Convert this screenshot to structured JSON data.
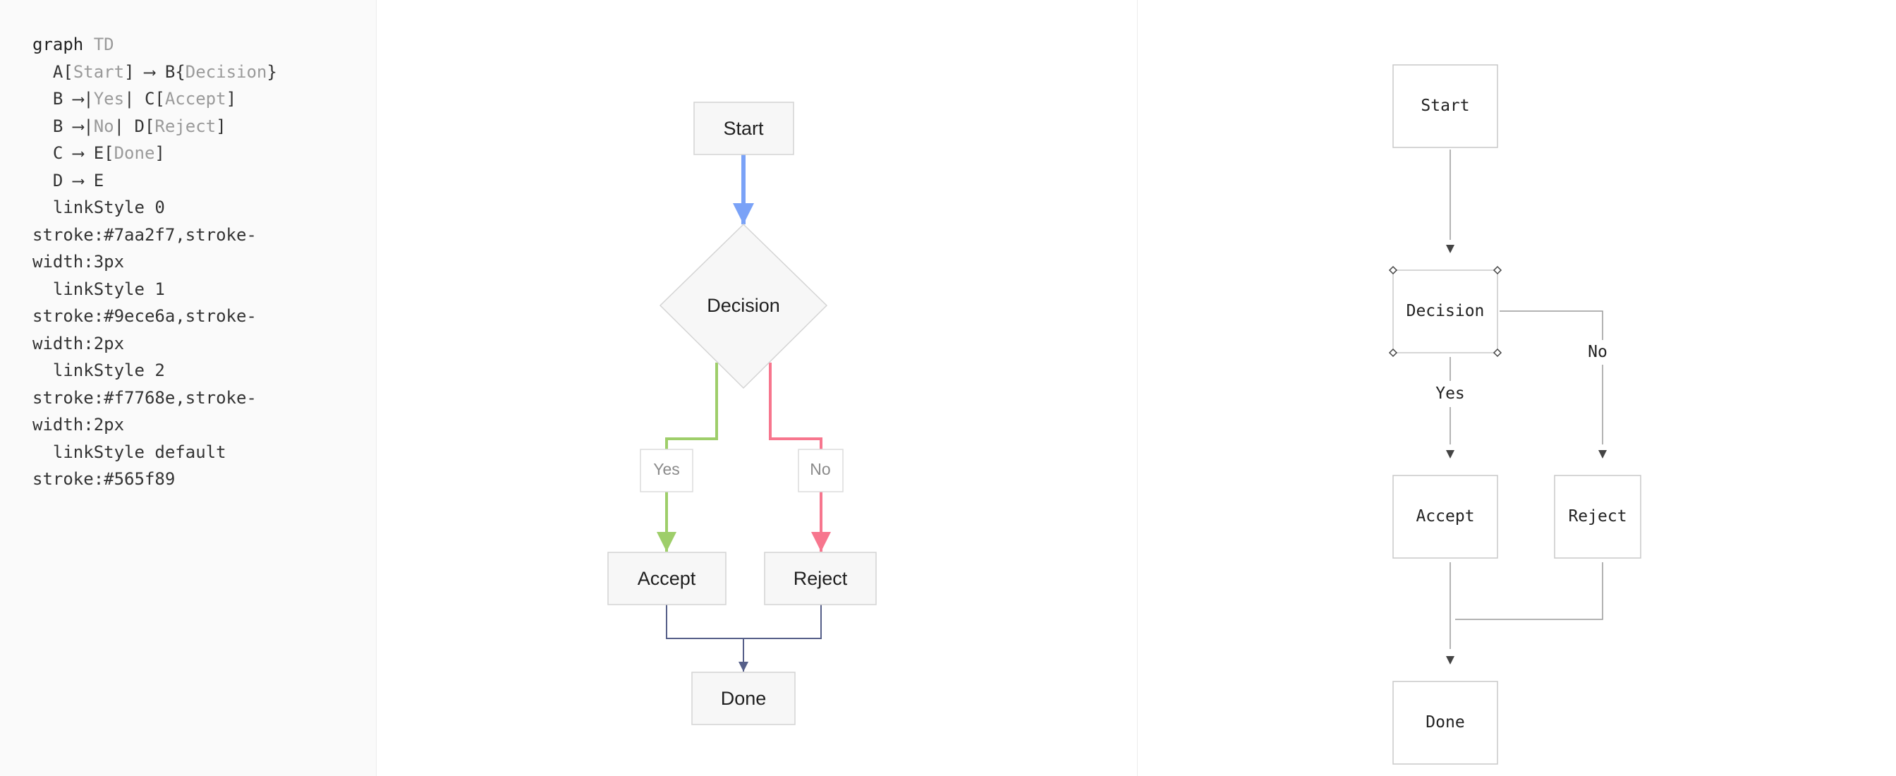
{
  "code": {
    "lines": [
      [
        {
          "t": "graph ",
          "c": "kw"
        },
        {
          "t": "TD",
          "c": "mut"
        }
      ],
      [
        {
          "t": "  A[",
          "c": "n"
        },
        {
          "t": "Start",
          "c": "mut"
        },
        {
          "t": "] ⟶ B{",
          "c": "n"
        },
        {
          "t": "Decision",
          "c": "mut"
        },
        {
          "t": "}",
          "c": "n"
        }
      ],
      [
        {
          "t": "  B ⟶|",
          "c": "n"
        },
        {
          "t": "Yes",
          "c": "mut"
        },
        {
          "t": "| C[",
          "c": "n"
        },
        {
          "t": "Accept",
          "c": "mut"
        },
        {
          "t": "]",
          "c": "n"
        }
      ],
      [
        {
          "t": "  B ⟶|",
          "c": "n"
        },
        {
          "t": "No",
          "c": "mut"
        },
        {
          "t": "| D[",
          "c": "n"
        },
        {
          "t": "Reject",
          "c": "mut"
        },
        {
          "t": "]",
          "c": "n"
        }
      ],
      [
        {
          "t": "  C ⟶ E[",
          "c": "n"
        },
        {
          "t": "Done",
          "c": "mut"
        },
        {
          "t": "]",
          "c": "n"
        }
      ],
      [
        {
          "t": "  D ⟶ E",
          "c": "n"
        }
      ],
      [
        {
          "t": "  linkStyle 0",
          "c": "n"
        }
      ],
      [
        {
          "t": "stroke:#7aa2f7,stroke-",
          "c": "n"
        }
      ],
      [
        {
          "t": "width:3px",
          "c": "n"
        }
      ],
      [
        {
          "t": "  linkStyle 1",
          "c": "n"
        }
      ],
      [
        {
          "t": "stroke:#9ece6a,stroke-",
          "c": "n"
        }
      ],
      [
        {
          "t": "width:2px",
          "c": "n"
        }
      ],
      [
        {
          "t": "  linkStyle 2",
          "c": "n"
        }
      ],
      [
        {
          "t": "stroke:#f7768e,stroke-",
          "c": "n"
        }
      ],
      [
        {
          "t": "width:2px",
          "c": "n"
        }
      ],
      [
        {
          "t": "  linkStyle default",
          "c": "n"
        }
      ],
      [
        {
          "t": "stroke:#565f89",
          "c": "n"
        }
      ]
    ]
  },
  "diagram": {
    "nodes": {
      "start": "Start",
      "decision": "Decision",
      "accept": "Accept",
      "reject": "Reject",
      "done": "Done"
    },
    "edge_labels": {
      "yes": "Yes",
      "no": "No"
    },
    "colors": {
      "link0": "#7aa2f7",
      "link1": "#9ece6a",
      "link2": "#f7768e",
      "default": "#565f89",
      "node_fill": "#f7f7f7",
      "node_stroke": "#d4d4d4"
    }
  },
  "ascii": {
    "nodes": {
      "start": "Start",
      "decision": "Decision",
      "accept": "Accept",
      "reject": "Reject",
      "done": "Done"
    },
    "edge_labels": {
      "yes": "Yes",
      "no": "No"
    }
  }
}
